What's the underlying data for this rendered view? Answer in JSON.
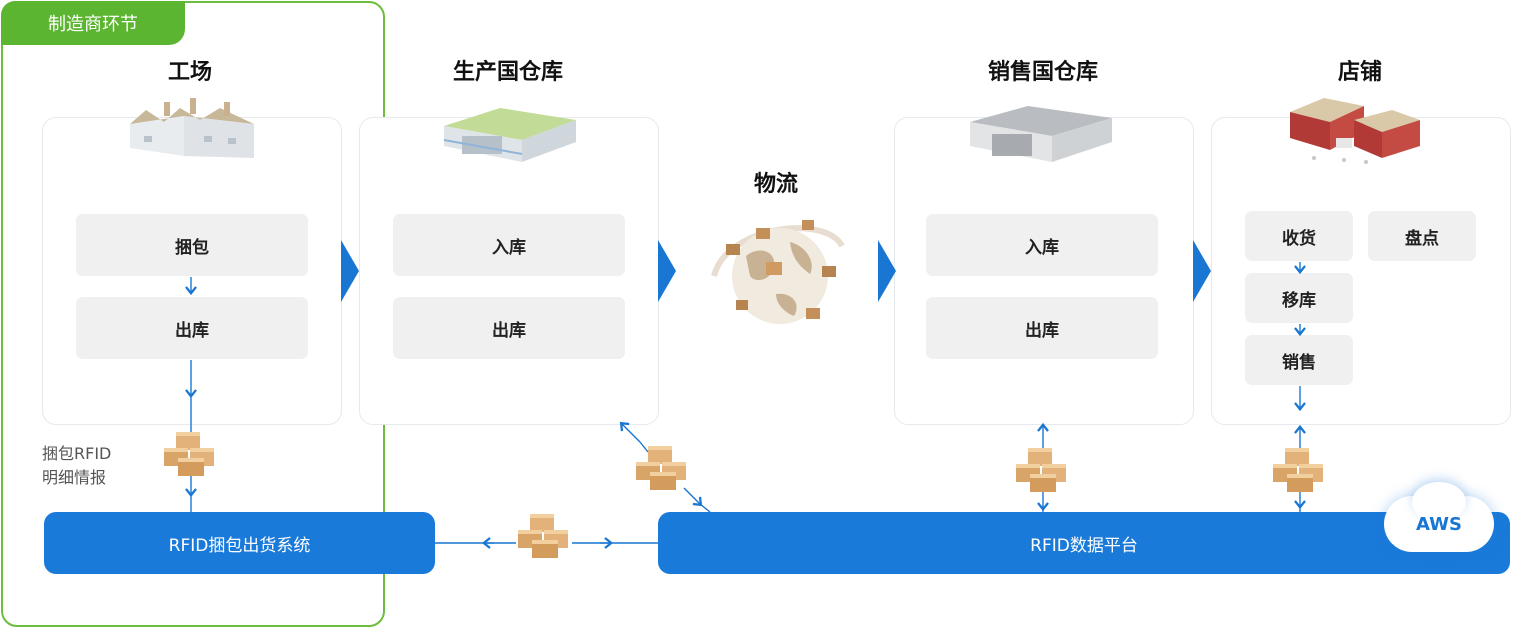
{
  "manufacturer_tab": "制造商环节",
  "columns": {
    "factory": {
      "title": "工场",
      "steps": [
        "捆包",
        "出库"
      ]
    },
    "production_warehouse": {
      "title": "生产国仓库",
      "steps": [
        "入库",
        "出库"
      ]
    },
    "logistics": {
      "title": "物流"
    },
    "sales_warehouse": {
      "title": "销售国仓库",
      "steps": [
        "入库",
        "出库"
      ]
    },
    "store": {
      "title": "店铺",
      "steps": [
        "收货",
        "移库",
        "销售",
        "盘点"
      ]
    }
  },
  "side_label": {
    "line1": "捆包RFID",
    "line2": "明细情报"
  },
  "bars": {
    "left": "RFID捆包出货系统",
    "right": "RFID数据平台"
  },
  "cloud": "AWS",
  "colors": {
    "accent_blue": "#1976d2",
    "bar_blue": "#1a7ad9",
    "manufacturer_green": "#5cb531",
    "step_gray": "#f0f0f0"
  }
}
